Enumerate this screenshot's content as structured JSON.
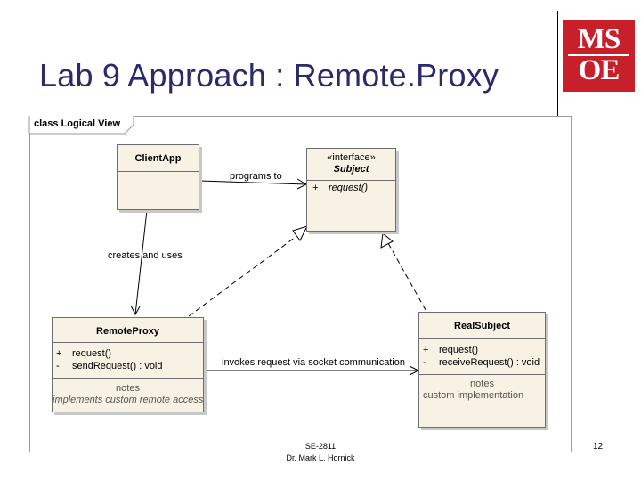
{
  "slide": {
    "title": "Lab 9 Approach : Remote.Proxy",
    "logo": {
      "line1": "MS",
      "line2": "OE"
    },
    "course": "SE-2811",
    "author": "Dr. Mark L. Hornick",
    "page_number": "12"
  },
  "diagram": {
    "frame_label": "class Logical View",
    "client_app": {
      "name": "ClientApp"
    },
    "subject": {
      "stereotype": "«interface»",
      "name": "Subject",
      "operations": [
        {
          "visibility": "+",
          "signature": "request()"
        }
      ]
    },
    "remote_proxy": {
      "name": "RemoteProxy",
      "operations": [
        {
          "visibility": "+",
          "signature": "request()"
        },
        {
          "visibility": "-",
          "signature": "sendRequest() : void"
        }
      ],
      "notes_title": "notes",
      "notes_text": "implements custom remote access"
    },
    "real_subject": {
      "name": "RealSubject",
      "operations": [
        {
          "visibility": "+",
          "signature": "request()"
        },
        {
          "visibility": "-",
          "signature": "receiveRequest() : void"
        }
      ],
      "notes_title": "notes",
      "notes_text": "custom implementation"
    },
    "associations": {
      "programs_to": "programs to",
      "creates_and_uses": "creates and uses",
      "invokes_request": "invokes request via socket communication"
    },
    "colors": {
      "class_fill": "#f7f2e3",
      "title": "#2b2a6b",
      "logo": "#c8202a"
    }
  }
}
